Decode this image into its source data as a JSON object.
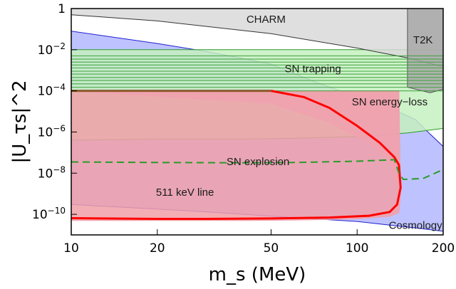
{
  "chart_data": {
    "type": "area",
    "xlabel": "m_s (MeV)",
    "ylabel": "|U_τs|^2",
    "xscale": "log",
    "yscale": "log",
    "xlim": [
      10,
      200
    ],
    "ylim": [
      1e-11,
      1
    ],
    "x_ticks": [
      {
        "value": 10,
        "label": "10"
      },
      {
        "value": 20,
        "label": "20"
      },
      {
        "value": 50,
        "label": "50"
      },
      {
        "value": 100,
        "label": "100"
      },
      {
        "value": 200,
        "label": "200"
      }
    ],
    "y_ticks": [
      {
        "value": 1,
        "base": "1",
        "exp": ""
      },
      {
        "value": 0.01,
        "base": "10",
        "exp": "−2"
      },
      {
        "value": 0.0001,
        "base": "10",
        "exp": "−4"
      },
      {
        "value": 1e-06,
        "base": "10",
        "exp": "−6"
      },
      {
        "value": 1e-08,
        "base": "10",
        "exp": "−8"
      },
      {
        "value": 1e-10,
        "base": "10",
        "exp": "−10"
      }
    ],
    "regions": [
      {
        "label": "Cosmology",
        "color": "#b3b8ff",
        "stroke": "#1f1fcc",
        "x": [
          10,
          20,
          30,
          45,
          60,
          100,
          130,
          160,
          180,
          200,
          200,
          180,
          160,
          130,
          100,
          70,
          50,
          30,
          20,
          10
        ],
        "y": [
          3e-10,
          1.8e-10,
          1.3e-10,
          9e-11,
          7e-11,
          4.5e-11,
          3e-11,
          2.2e-11,
          1.8e-11,
          1.5e-11,
          2e-07,
          8e-07,
          4e-06,
          1.5e-05,
          5e-05,
          0.0003,
          0.002,
          0.008,
          0.02,
          0.08
        ]
      },
      {
        "label": "SN energy−loss",
        "color": "#c6f0c0",
        "stroke": "#2a9a2a",
        "x": [
          10,
          20,
          40,
          60,
          100,
          150,
          200,
          200,
          150,
          100,
          60,
          40,
          20,
          10
        ],
        "y": [
          4e-07,
          4.5e-07,
          4.5e-07,
          5e-07,
          6e-07,
          9e-07,
          1.5e-06,
          0.01,
          0.01,
          0.01,
          0.01,
          0.01,
          0.01,
          0.01
        ]
      },
      {
        "label": "511 keV line",
        "color": "#e8a8d2",
        "stroke": "#e8a8d2",
        "x": [
          10,
          20,
          40,
          60,
          100,
          120,
          135,
          140,
          138,
          130,
          110,
          80,
          50,
          10
        ],
        "y": [
          0.0001,
          0.0001,
          0.0001,
          0.0001,
          0.0001,
          0.0001,
          0.0001,
          0.0001,
          1e-09,
          3.5e-08,
          3e-07,
          3e-06,
          2.5e-05,
          0.0001
        ]
      },
      {
        "label": "511 keV line",
        "color": "#f1a0a8",
        "stroke": "#f1a0a8",
        "x": [
          10,
          20,
          40,
          60,
          100,
          130,
          140,
          142,
          140,
          130,
          100,
          60,
          20,
          10
        ],
        "y": [
          5e-11,
          5e-11,
          5e-11,
          5.2e-11,
          6e-11,
          8e-11,
          1.2e-10,
          1e-09,
          0.0001,
          0.0001,
          0.0001,
          0.0001,
          0.0001,
          0.0001
        ]
      },
      {
        "label": "CHARM",
        "color": "#d9d9d9",
        "stroke": "#333333",
        "x": [
          10,
          20,
          50,
          100,
          150,
          200,
          200,
          10
        ],
        "y": [
          0.5,
          0.25,
          0.06,
          0.012,
          0.004,
          0.0015,
          1,
          1
        ]
      },
      {
        "label": "T2K",
        "color": "#a8a8a8",
        "stroke": "#555555",
        "x": [
          150,
          150,
          180,
          200,
          200
        ],
        "y": [
          1,
          0.00015,
          8e-05,
          0.00012,
          1
        ]
      }
    ],
    "hatch": {
      "label": "SN trapping",
      "color": "#3aa03a",
      "y_values": [
        0.005,
        0.0035,
        0.0025,
        0.0018,
        0.0013,
        0.0009,
        0.00065,
        0.00045,
        0.00032,
        0.00022,
        0.00015,
        0.0001
      ],
      "x_range": [
        10,
        200
      ]
    },
    "series": [
      {
        "label": "511 keV line",
        "style": "solid",
        "color": "#ff0000",
        "x": [
          10,
          15,
          20,
          30,
          50,
          80,
          110,
          130,
          138,
          142,
          140,
          135,
          120,
          100,
          80,
          65,
          50
        ],
        "y": [
          6.5e-11,
          6.2e-11,
          6e-11,
          6e-11,
          6.3e-11,
          7e-11,
          8.5e-11,
          1.3e-10,
          3e-10,
          2e-09,
          2.5e-08,
          6e-08,
          3e-07,
          2e-06,
          1.5e-05,
          5e-05,
          0.0001
        ]
      },
      {
        "label": "511 keV line",
        "style": "solid",
        "color": "#8b5a2b",
        "x": [
          10,
          20,
          40,
          50
        ],
        "y": [
          0.0001,
          0.0001,
          0.0001,
          0.0001
        ]
      },
      {
        "label": "SN explosion",
        "style": "dashed",
        "color": "#2a9a2a",
        "x": [
          10,
          20,
          40,
          60,
          100,
          135,
          140,
          145,
          170,
          200
        ],
        "y": [
          3.5e-08,
          3.3e-08,
          3.2e-08,
          3.3e-08,
          3.8e-08,
          4.5e-08,
          1e-08,
          5e-09,
          5.5e-09,
          1.5e-08
        ]
      }
    ],
    "annotations": [
      {
        "name": "charm",
        "text": "CHARM",
        "x": 48,
        "y": 0.2
      },
      {
        "name": "t2k",
        "text": "T2K",
        "x": 170,
        "y": 0.02
      },
      {
        "name": "sn-trapping",
        "text": "SN trapping",
        "x": 70,
        "y": 0.0008
      },
      {
        "name": "sn-energy-loss",
        "text": "SN energy−loss",
        "x": 130,
        "y": 2e-05
      },
      {
        "name": "sn-explosion",
        "text": "SN explosion",
        "x": 45,
        "y": 2.5e-08
      },
      {
        "name": "keV-line",
        "text": "511 keV line",
        "x": 25,
        "y": 8e-10
      },
      {
        "name": "cosmology",
        "text": "Cosmology",
        "x": 160,
        "y": 2e-11
      }
    ]
  }
}
